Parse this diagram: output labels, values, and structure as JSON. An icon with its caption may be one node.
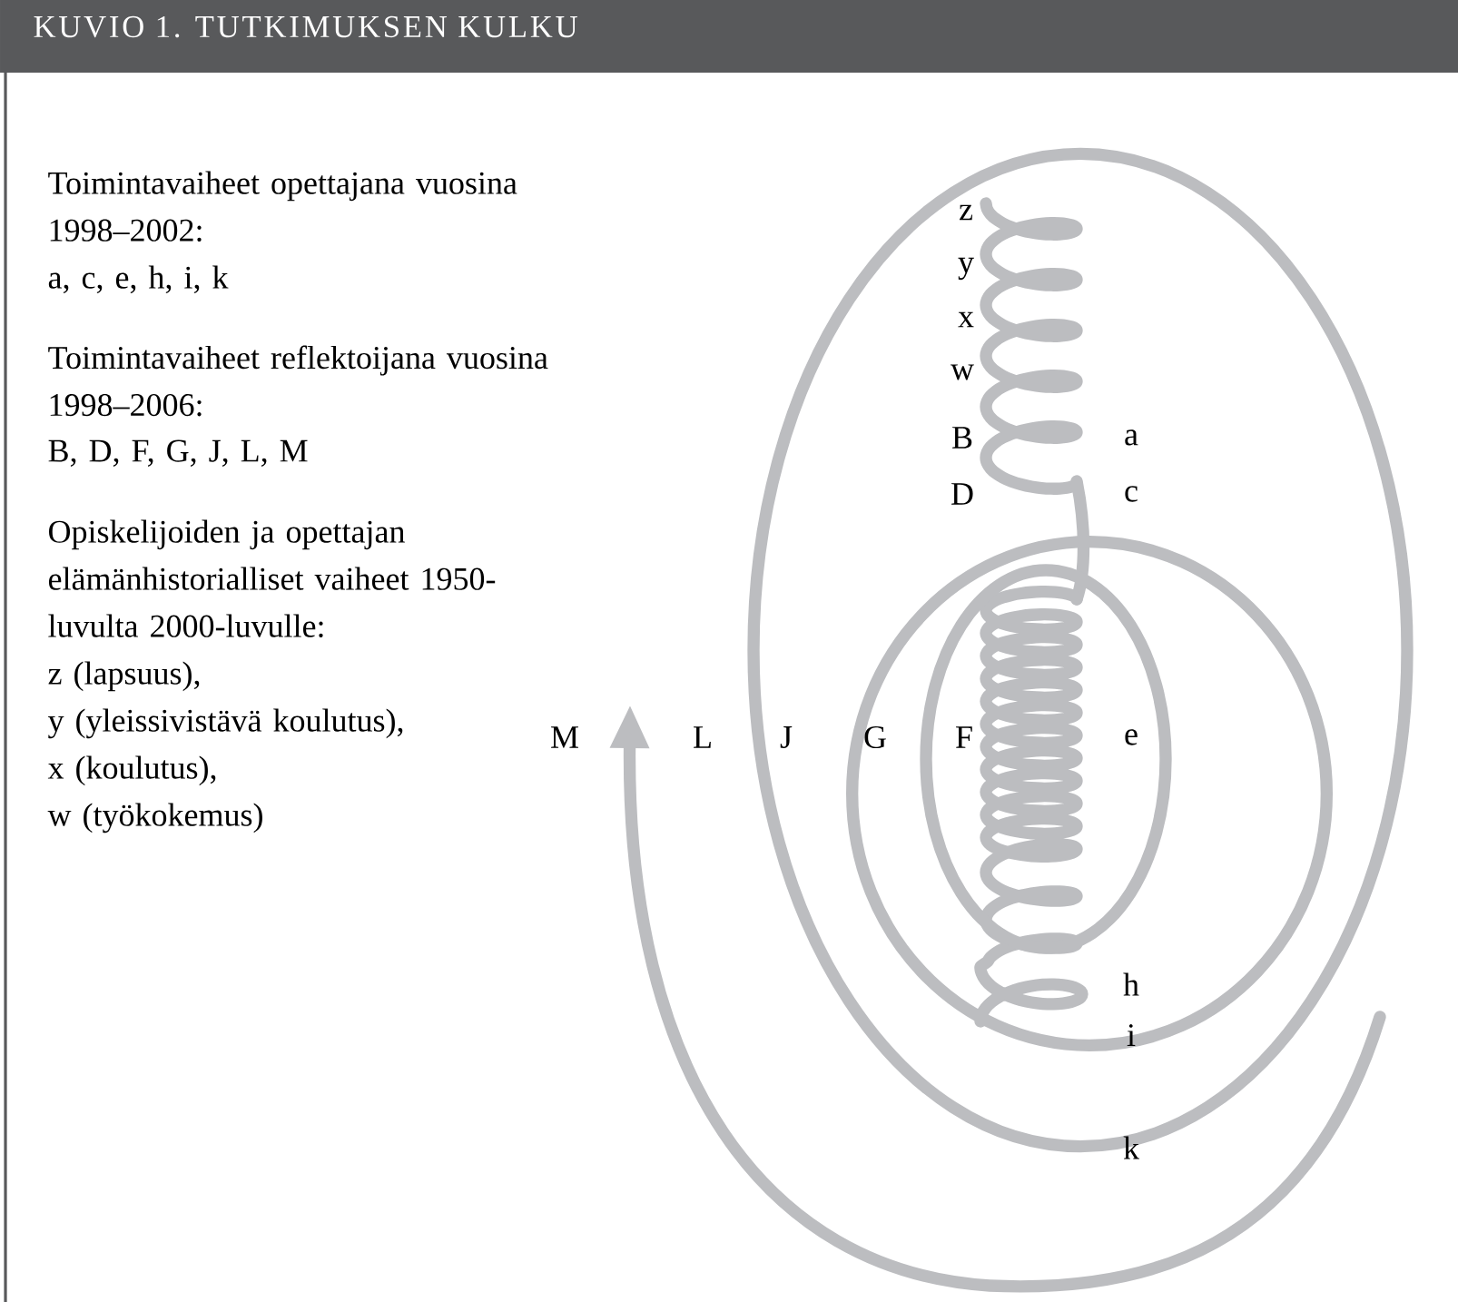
{
  "diagram": {
    "title": "KUVIO 1. TUTKIMUKSEN KULKU",
    "labels": [
      "Toimintavaiheet opettajana vuosina 1998–2002:",
      "a, c, e, h, i, k",
      "Toimintavaiheet reflektoijana vuosina 1998–2006:",
      "B, D, F, G, J, L, M",
      "Opiskelijoiden ja opettajan elämänhistorialliset vaiheet 1950-luvulta 2000-luvulle:",
      "z (lapsuus),",
      "y (yleissivistävä koulutus),",
      "x (koulutus),",
      "w (työkokemus)",
      "z",
      "y",
      "x",
      "w",
      "B",
      "a",
      "D",
      "c",
      "M",
      "L",
      "J",
      "G",
      "F",
      "e",
      "h",
      "i",
      "k"
    ]
  }
}
